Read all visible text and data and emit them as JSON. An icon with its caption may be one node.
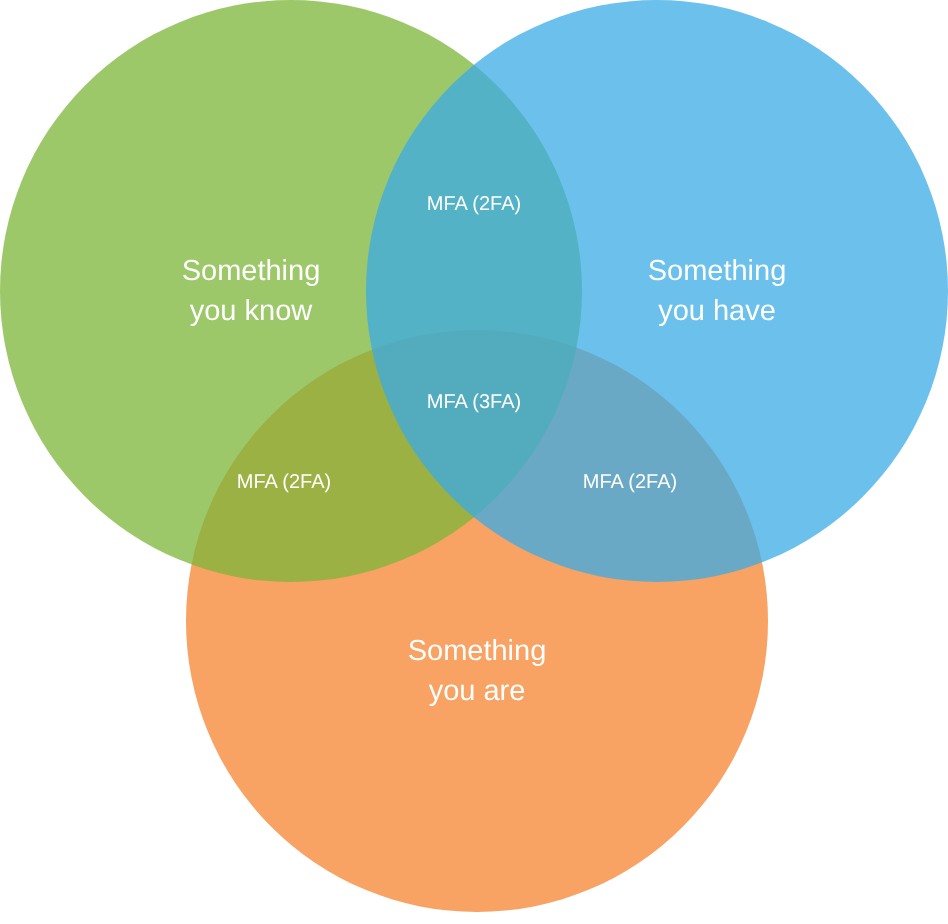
{
  "diagram": {
    "nodes": [
      {
        "text": [
          "Something you know"
        ]
      },
      {
        "text": [
          "Something you have"
        ]
      },
      {
        "text": [
          "Something you are"
        ]
      }
    ],
    "labels": [
      "MFA (2FA)",
      "MFA (3FA)",
      "MFA (2FA)",
      "MFA (2FA)"
    ]
  }
}
